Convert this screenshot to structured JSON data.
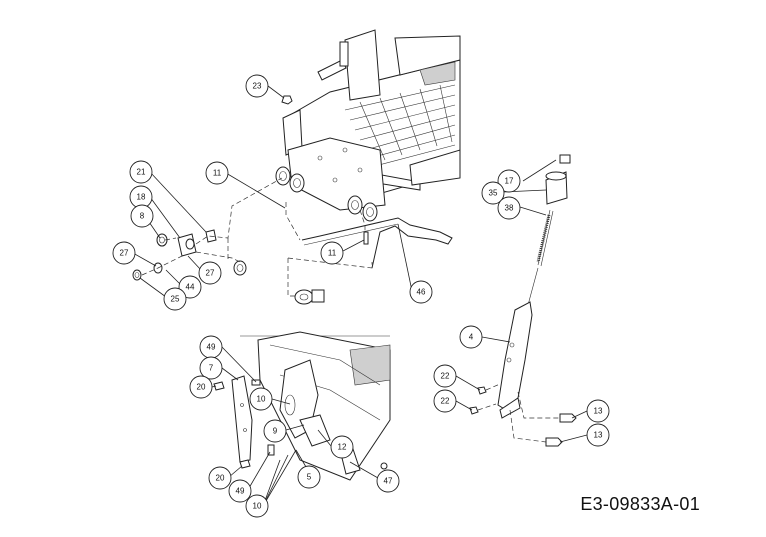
{
  "diagram": {
    "document_code": "E3-09833A-01",
    "callouts": [
      "23",
      "11",
      "21",
      "18",
      "8",
      "27",
      "27",
      "44",
      "25",
      "11",
      "46",
      "17",
      "35",
      "38",
      "4",
      "22",
      "22",
      "13",
      "13",
      "49",
      "7",
      "20",
      "10",
      "9",
      "12",
      "5",
      "47",
      "20",
      "49",
      "10"
    ]
  }
}
